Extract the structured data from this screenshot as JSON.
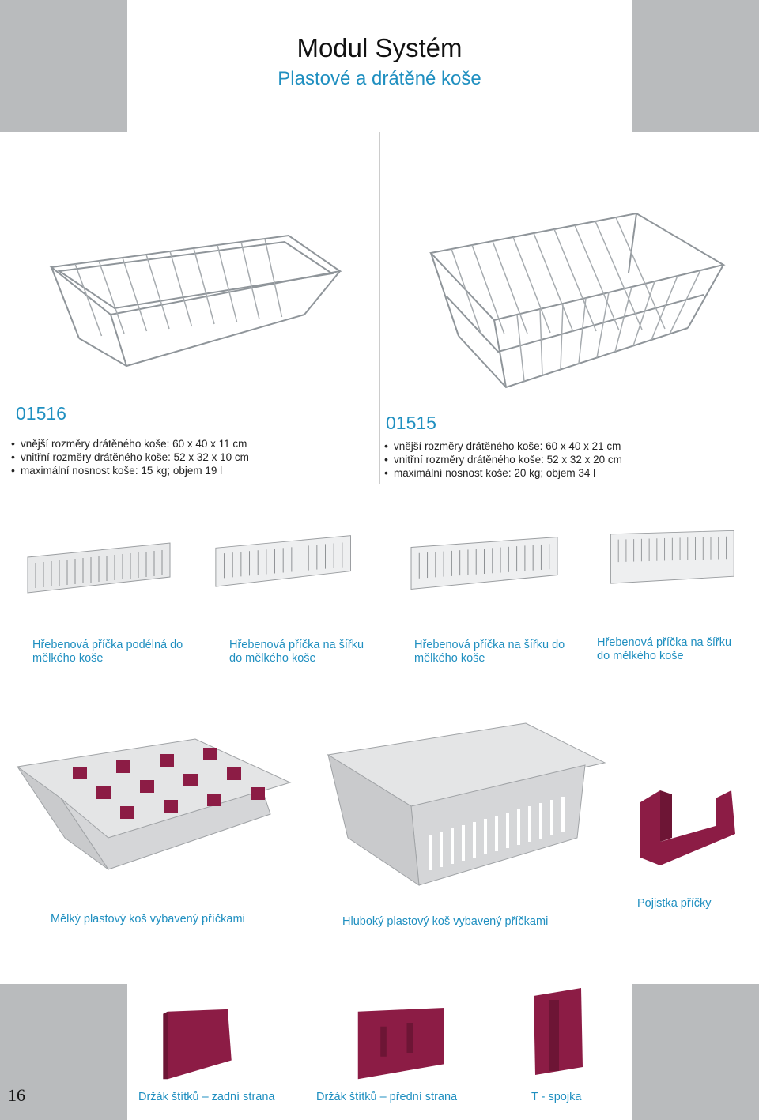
{
  "header": {
    "title": "Modul Systém",
    "subtitle": "Plastové a drátěné koše"
  },
  "products": [
    {
      "code": "01516",
      "specs": [
        "vnější rozměry drátěného koše: 60 x 40 x 11 cm",
        "vnitřní rozměry drátěného koše: 52 x 32 x 10 cm",
        "maximální nosnost koše: 15 kg; objem 19 l"
      ]
    },
    {
      "code": "01515",
      "specs": [
        "vnější rozměry drátěného koše: 60 x 40 x 21 cm",
        "vnitřní rozměry drátěného koše: 52 x 32 x 20 cm",
        "maximální nosnost koše: 20 kg; objem 34 l"
      ]
    }
  ],
  "dividers": [
    "Hřebenová příčka podélná do mělkého koše",
    "Hřebenová příčka na šířku do mělkého koše",
    "Hřebenová příčka na šířku do mělkého koše",
    "Hřebenová příčka na šířku do mělkého koše"
  ],
  "plastic": {
    "shallow": "Mělký plastový koš vybavený příčkami",
    "deep": "Hluboký plastový koš vybavený příčkami",
    "lock": "Pojistka příčky"
  },
  "holders": {
    "back": "Držák štítků – zadní strana",
    "front": "Držák štítků – přední strana",
    "tjoint": "T - spojka"
  },
  "page_number": "16",
  "colors": {
    "accent": "#1f8fc0",
    "band": "#b9bbbd",
    "plum": "#8c1c45"
  }
}
